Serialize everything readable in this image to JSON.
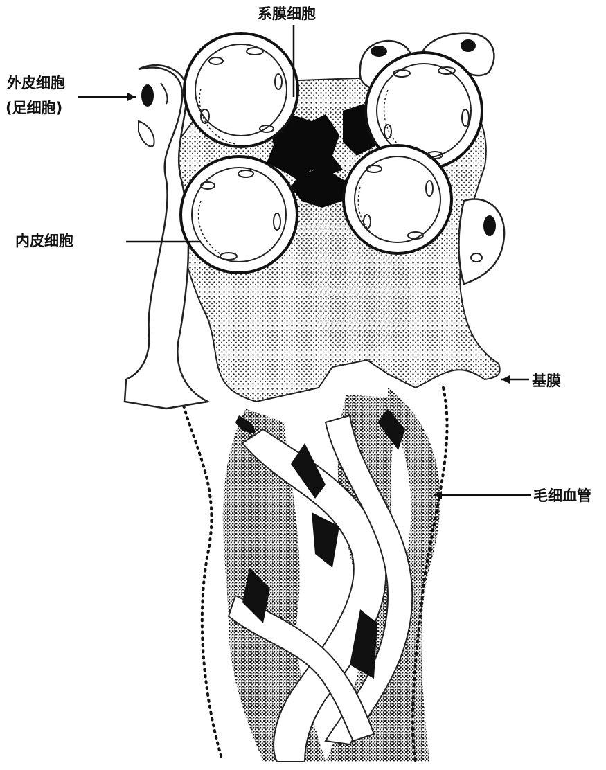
{
  "labels": {
    "mesangial_cell": "系膜细胞",
    "epithelial_cell": "外皮细胞",
    "podocyte": "(足细胞)",
    "endothelial_cell": "内皮细胞",
    "basement_membrane": "基膜",
    "capillary": "毛细血管"
  }
}
